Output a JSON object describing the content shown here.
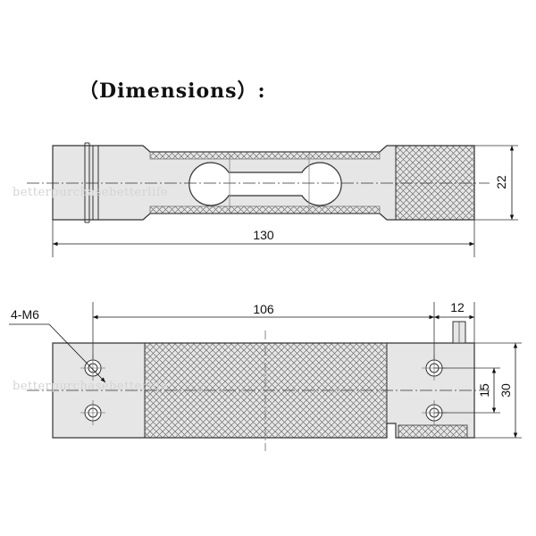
{
  "title": "（Dimensions）:",
  "watermark": "betterpurchasebetterlife",
  "top_view": {
    "length_label": "130",
    "height_label": "22"
  },
  "bottom_view": {
    "hole_label": "4-M6",
    "span_label": "106",
    "offset_label": "12",
    "hole_gap_label": "15",
    "height_label": "30"
  },
  "colors": {
    "body_fill": "#e6e6e6",
    "outline": "#333333",
    "hatch": "#555555"
  }
}
